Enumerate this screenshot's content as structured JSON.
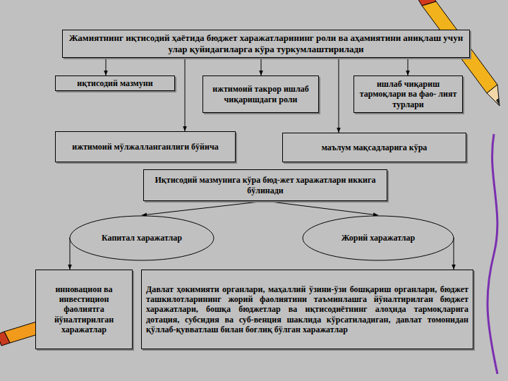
{
  "diagram": {
    "nodes": [
      {
        "text": [
          "Жамиятнинг иқтисодий ҳаётида бюджет харажатларининг роли ва аҳамиятини аниқлаш учун улар қуйидагиларга кўра туркумлаштирилади"
        ]
      },
      {
        "text": [
          "иқтисодий мазмуни"
        ]
      },
      {
        "text": [
          "ижтимоий такрор ишлаб чиқаришдаги роли"
        ]
      },
      {
        "text": [
          "ишлаб чиқариш тармоқлари ва фао- лият турлари"
        ]
      },
      {
        "text": [
          "ижтимоий мўлжалланганлиги бўйича"
        ]
      },
      {
        "text": [
          "маълум мақсадларига кўра"
        ]
      },
      {
        "text": [
          "Иқтисодий мазмунига кўра бюд-жет харажатлари иккига бўлинади"
        ]
      },
      {
        "text": [
          "Капитал харажатлар"
        ]
      },
      {
        "text": [
          "Жорий харажатлар"
        ]
      },
      {
        "text": [
          "инновацион ва инвестицион фаолиятга йўналтирилган харажатлар"
        ]
      },
      {
        "text": [
          "Давлат ҳокимияти органлари, маҳаллий ўзини-ўзи бошқариш органлари, бюджет ташкилотларининг жорий фаолиятини таъминлашга йўналтирилган бюджет харажатлари, бошқа бюджетлар ва иқтисодиётнинг алоҳида тармоқларига дотация, субсидия ва суб-венция шаклида кўрсатиладиган, давлат томонидан қўллаб-қувватлаш билан боғлиқ бўлган харажатлар"
        ]
      }
    ],
    "edges": [
      {
        "from": 0,
        "to": 1,
        "arrow": "to"
      },
      {
        "from": 0,
        "to": 2,
        "arrow": "to"
      },
      {
        "from": 0,
        "to": 3,
        "arrow": "to"
      },
      {
        "from": 0,
        "to": 4,
        "arrow": "to"
      },
      {
        "from": 0,
        "to": 5,
        "arrow": "to"
      },
      {
        "from": 6,
        "to": 7,
        "arrow": "to"
      },
      {
        "from": 6,
        "to": 8,
        "arrow": "to"
      },
      {
        "from": 7,
        "to": 9,
        "arrow": "to"
      },
      {
        "from": 8,
        "to": 10,
        "arrow": "to"
      }
    ]
  }
}
